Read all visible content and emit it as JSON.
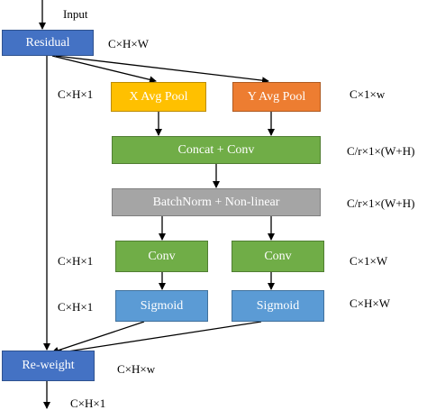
{
  "input_label": "Input",
  "boxes": {
    "residual": "Residual",
    "x_avg_pool": "X Avg Pool",
    "y_avg_pool": "Y Avg Pool",
    "concat_conv": "Concat + Conv",
    "batchnorm": "BatchNorm + Non-linear",
    "conv_left": "Conv",
    "conv_right": "Conv",
    "sigmoid_left": "Sigmoid",
    "sigmoid_right": "Sigmoid",
    "reweight": "Re-weight"
  },
  "dims": {
    "residual": "C×H×W",
    "x_pool_left": "C×H×1",
    "y_pool_right": "C×1×w",
    "concat": "C/r×1×(W+H)",
    "batchnorm": "C/r×1×(W+H)",
    "conv_left": "C×H×1",
    "conv_right": "C×1×W",
    "sigmoid_left": "C×H×1",
    "sigmoid_right": "C×H×W",
    "reweight": "C×H×w",
    "output": "C×H×1"
  },
  "colors": {
    "dark_blue": "#4472c4",
    "light_blue": "#5b9bd5",
    "green": "#70ad47",
    "gray": "#a5a5a5",
    "yellow": "#ffc000",
    "orange": "#ed7d31",
    "arrow": "#000000"
  }
}
